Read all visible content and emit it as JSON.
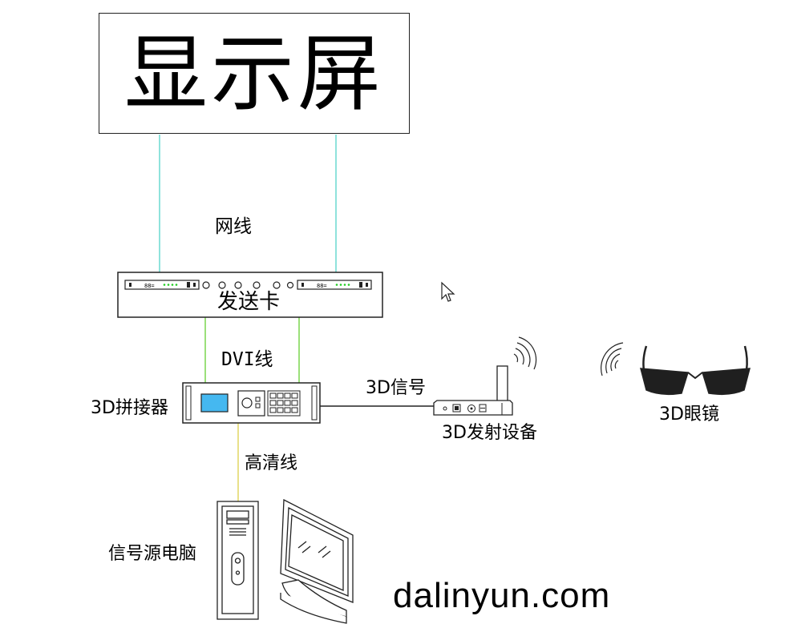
{
  "colors": {
    "network_cable": "#8fe3dc",
    "dvi_cable": "#9be07a",
    "hd_cable": "#e9e08a",
    "signal_cable": "#222222",
    "screen_lcd": "#45b8f0",
    "glasses_lens": "#1f1f1f"
  },
  "screen": {
    "label": "显示屏"
  },
  "labels": {
    "network_cable": "网线",
    "sending_card": "发送卡",
    "dvi_cable": "DVI线",
    "splicer": "3D拼接器",
    "signal_3d": "3D信号",
    "emitter": "3D发射设备",
    "glasses": "3D眼镜",
    "hd_cable": "高清线",
    "source_pc": "信号源电脑"
  },
  "watermark": "dalinyun.com",
  "icons": {
    "cursor": "mouse-pointer-icon",
    "pc_tower": "pc-tower-icon",
    "monitor": "monitor-icon",
    "emitter": "wireless-emitter-icon",
    "glasses": "3d-glasses-icon",
    "waves": "wireless-waves-icon"
  }
}
